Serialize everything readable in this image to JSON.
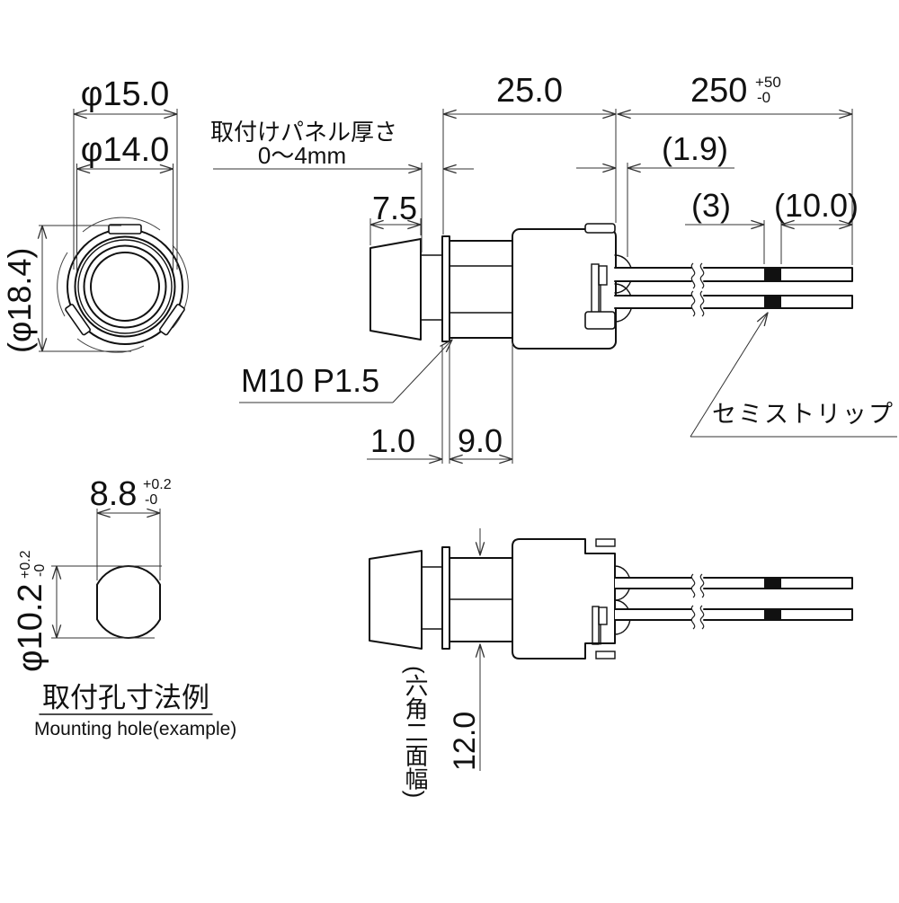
{
  "colors": {
    "background": "#ffffff",
    "lines": "#111111"
  },
  "front_view": {
    "dim_diameter_15": "φ15.0",
    "dim_diameter_14": "φ14.0",
    "dim_diameter_18_4": "(φ18.4)"
  },
  "side_view": {
    "panel_note_line1": "取付けパネル厚さ",
    "panel_note_line2": "0〜4mm",
    "dim_lens_length": "7.5",
    "dim_body_length": "25.0",
    "dim_wire_length": "250",
    "dim_wire_length_tol_upper": "+50",
    "dim_wire_length_tol_lower": "-0",
    "dim_led_protrusion": "(1.9)",
    "dim_semistrip_length": "(3)",
    "dim_wire_end_length": "(10.0)",
    "thread_label": "M10 P1.5",
    "dim_flange_thickness": "1.0",
    "dim_thread_length": "9.0",
    "semistrip_label": "セミストリップ"
  },
  "bottom_view": {
    "hex_width_note": "(六角二面幅)",
    "dim_hex_width": "12.0"
  },
  "mounting_hole_view": {
    "dim_hole_width": "8.8",
    "dim_hole_width_tol_upper": "+0.2",
    "dim_hole_width_tol_lower": "-0",
    "dim_hole_diameter": "φ10.2",
    "dim_hole_diameter_tol_upper": "+0.2",
    "dim_hole_diameter_tol_lower": "-0",
    "title_jp": "取付孔寸法例",
    "title_en": "Mounting hole(example)"
  }
}
